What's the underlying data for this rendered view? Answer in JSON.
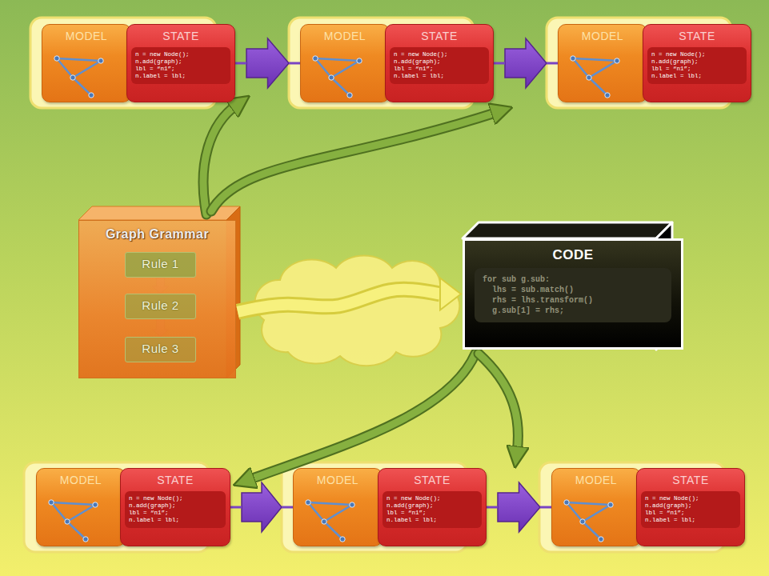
{
  "diagram": {
    "nodes": [
      {
        "text": [
          "MODEL"
        ]
      },
      {
        "text": [
          "STATE",
          "n = new Node();",
          "n.add(graph);",
          "lbl = “n1”;",
          "n.label = lbl;"
        ]
      },
      {
        "text": [
          "MODEL"
        ]
      },
      {
        "text": [
          "STATE",
          "n = new Node();",
          "n.add(graph);",
          "lbl = “n1”;",
          "n.label = lbl;"
        ]
      },
      {
        "text": [
          "MODEL"
        ]
      },
      {
        "text": [
          "STATE",
          "n = new Node();",
          "n.add(graph);",
          "lbl = “n1”;",
          "n.label = lbl;"
        ]
      },
      {
        "text": [
          "Graph Grammar"
        ]
      },
      {
        "text": [
          "Rule 1"
        ],
        "in": 6
      },
      {
        "text": [
          "Rule 2"
        ],
        "in": 6
      },
      {
        "text": [
          "Rule 3"
        ],
        "in": 6
      },
      {
        "text": [
          "CODE",
          "for sub g.sub:",
          "  lhs = sub.match()",
          "  rhs = lhs.transform()",
          "  g.sub[1] = rhs;"
        ]
      },
      {
        "text": [
          "MODEL"
        ]
      },
      {
        "text": [
          "STATE",
          "n = new Node();",
          "n.add(graph);",
          "lbl = “n1”;",
          "n.label = lbl;"
        ]
      },
      {
        "text": [
          "MODEL"
        ]
      },
      {
        "text": [
          "STATE",
          "n = new Node();",
          "n.add(graph);",
          "lbl = “n1”;",
          "n.label = lbl;"
        ]
      },
      {
        "text": [
          "MODEL"
        ]
      },
      {
        "text": [
          "STATE",
          "n = new Node();",
          "n.add(graph);",
          "lbl = “n1”;",
          "n.label = lbl;"
        ]
      }
    ],
    "edges": [
      {
        "from": 1,
        "to": 2,
        "arrow": "to"
      },
      {
        "from": 3,
        "to": 4,
        "arrow": "to"
      },
      {
        "from": 7,
        "to": 8,
        "arrow": "to"
      },
      {
        "from": 8,
        "to": 9,
        "arrow": "to"
      },
      {
        "from": 6,
        "to": 10,
        "arrow": "to"
      },
      {
        "from": 12,
        "to": 13,
        "arrow": "to"
      },
      {
        "from": 14,
        "to": 15,
        "arrow": "to"
      }
    ]
  }
}
